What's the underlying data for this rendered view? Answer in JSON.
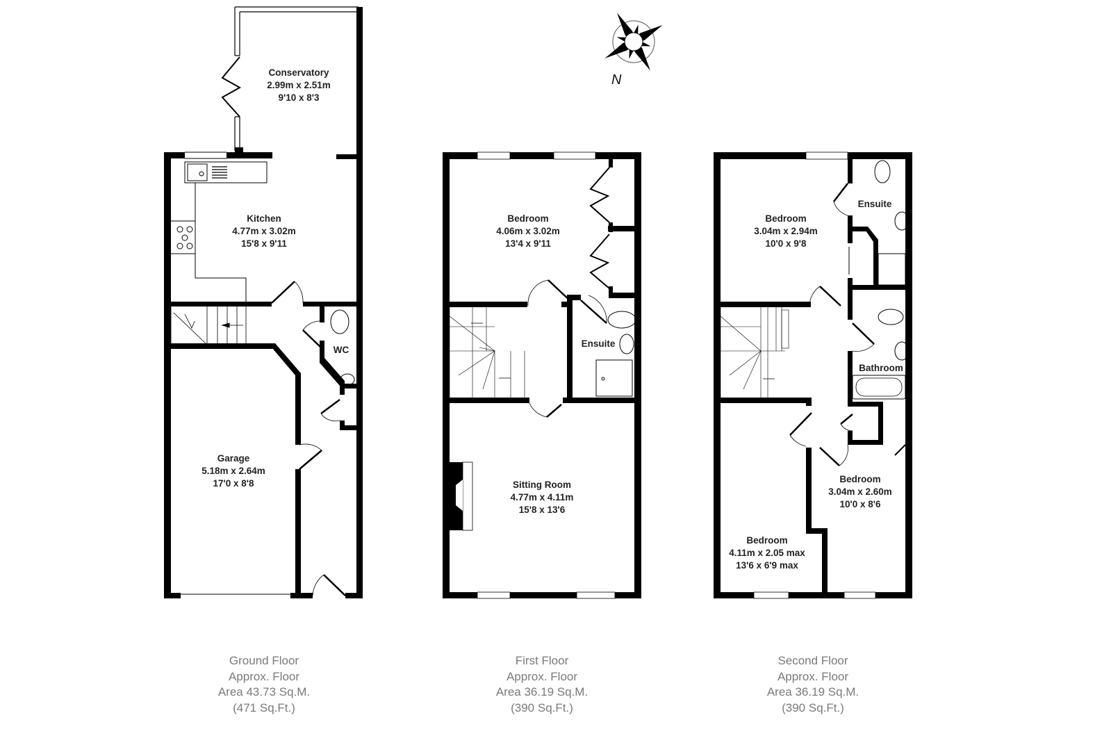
{
  "compass": {
    "icon": "compass-rose-icon",
    "label": "N"
  },
  "floors": [
    {
      "name": "Ground Floor",
      "area_line1": "Approx. Floor",
      "area_line2": "Area 43.73 Sq.M.",
      "area_line3": "(471 Sq.Ft.)",
      "rooms": [
        {
          "name": "Conservatory",
          "metric": "2.99m x 2.51m",
          "imperial": "9'10 x 8'3"
        },
        {
          "name": "Kitchen",
          "metric": "4.77m x 3.02m",
          "imperial": "15'8 x 9'11"
        },
        {
          "name": "WC"
        },
        {
          "name": "Garage",
          "metric": "5.18m x 2.64m",
          "imperial": "17'0 x 8'8"
        }
      ]
    },
    {
      "name": "First Floor",
      "area_line1": "Approx. Floor",
      "area_line2": "Area 36.19 Sq.M.",
      "area_line3": "(390 Sq.Ft.)",
      "rooms": [
        {
          "name": "Bedroom",
          "metric": "4.06m x 3.02m",
          "imperial": "13'4 x 9'11"
        },
        {
          "name": "Ensuite"
        },
        {
          "name": "Sitting Room",
          "metric": "4.77m x 4.11m",
          "imperial": "15'8 x 13'6"
        }
      ]
    },
    {
      "name": "Second Floor",
      "area_line1": "Approx. Floor",
      "area_line2": "Area 36.19 Sq.M.",
      "area_line3": "(390 Sq.Ft.)",
      "rooms": [
        {
          "name": "Bedroom",
          "metric": "3.04m x 2.94m",
          "imperial": "10'0 x 9'8"
        },
        {
          "name": "Ensuite"
        },
        {
          "name": "Bathroom"
        },
        {
          "name": "Bedroom",
          "metric": "3.04m x 2.60m",
          "imperial": "10'0 x 8'6"
        },
        {
          "name": "Bedroom",
          "metric": "4.11m x 2.05 max",
          "imperial": "13'6 x 6'9 max"
        }
      ]
    }
  ]
}
